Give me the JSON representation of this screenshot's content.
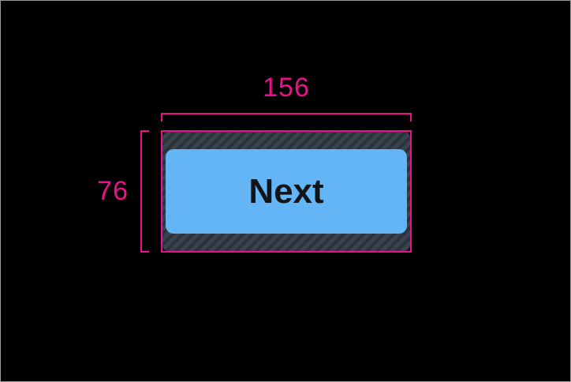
{
  "annotation": {
    "width_label": "156",
    "height_label": "76",
    "accent_color": "#ec108c"
  },
  "button": {
    "label": "Next",
    "fill_color": "#64b5f6",
    "text_color": "#121417",
    "padding_hatch_color": "#3a434d",
    "padding_hatch_stripe_color": "#2a323a"
  },
  "canvas": {
    "background_color": "#000000",
    "frame_color": "#9a9a9a"
  },
  "colors": {
    "accent": "#ec108c",
    "canvas-bg": "#000000",
    "canvas-border": "#9a9a9a",
    "button-fill": "#64b5f6",
    "button-text": "#121417",
    "hatch-bg": "#3a434d",
    "hatch-stripe": "#2a323a"
  }
}
